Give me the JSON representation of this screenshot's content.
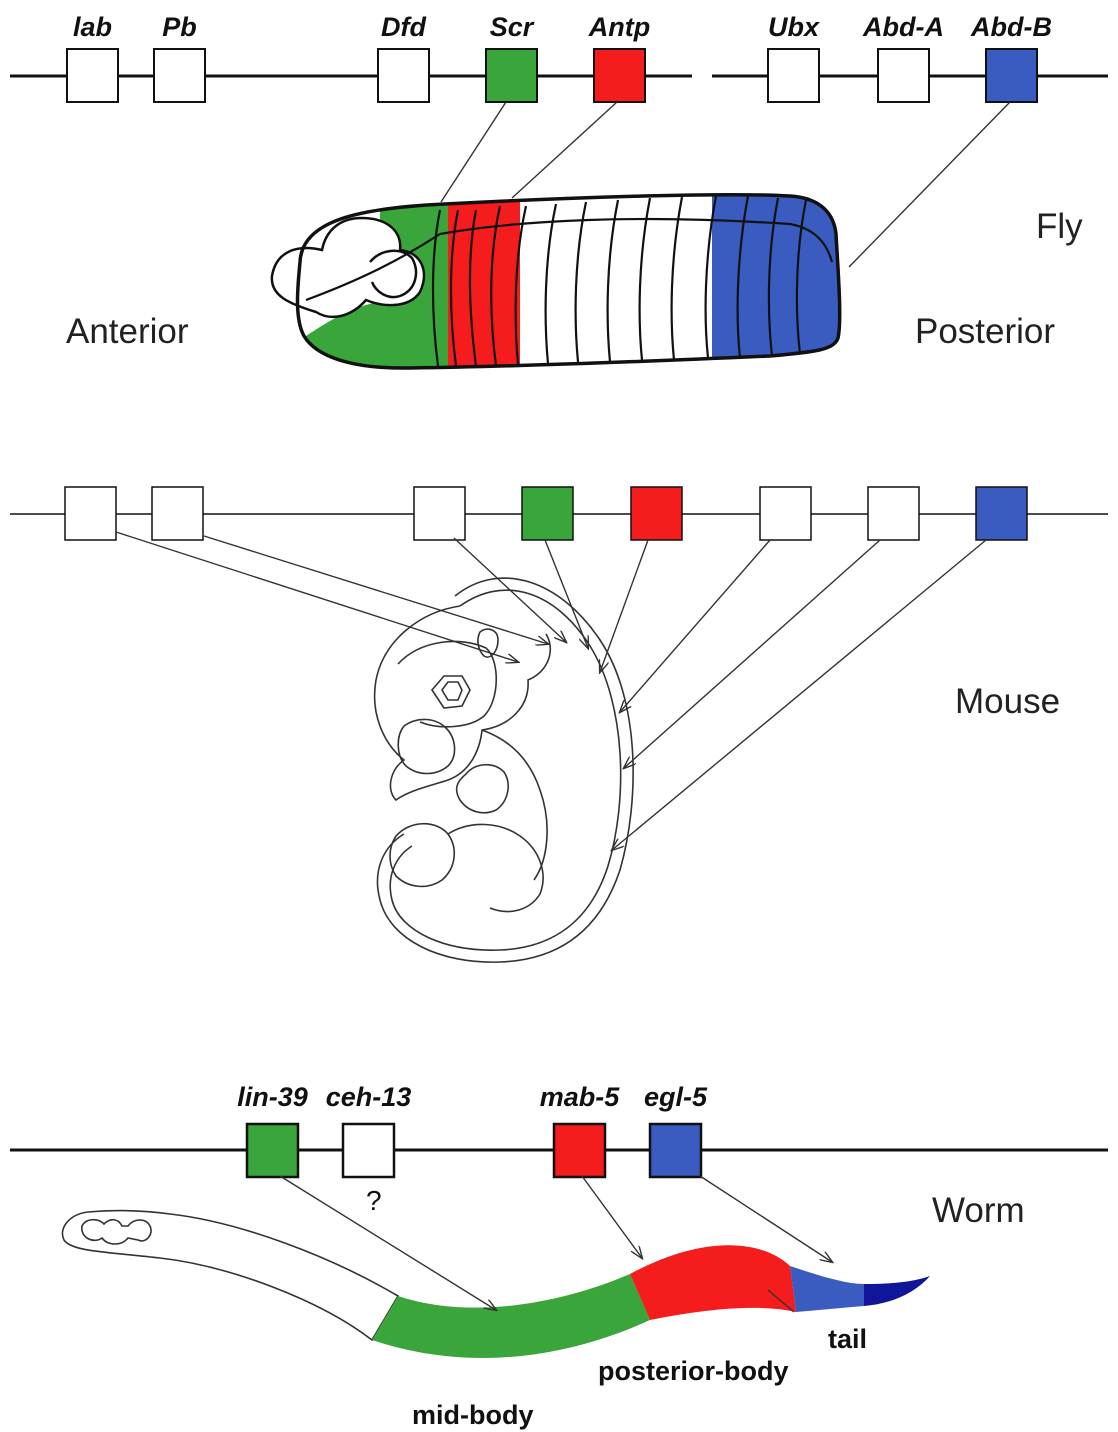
{
  "colors": {
    "green": "#3aa53a",
    "red": "#f41c1c",
    "blue": "#3a5bc0",
    "dark_blue": "#10159a",
    "white": "#ffffff",
    "line": "#111111"
  },
  "fly": {
    "label": "Fly",
    "anterior_label": "Anterior",
    "posterior_label": "Posterior",
    "genes": [
      {
        "name": "lab",
        "color": "white"
      },
      {
        "name": "Pb",
        "color": "white"
      },
      {
        "name": "Dfd",
        "color": "white"
      },
      {
        "name": "Scr",
        "color": "green"
      },
      {
        "name": "Antp",
        "color": "red"
      },
      {
        "name": "Ubx",
        "color": "white"
      },
      {
        "name": "Abd-A",
        "color": "white"
      },
      {
        "name": "Abd-B",
        "color": "blue"
      }
    ]
  },
  "mouse": {
    "label": "Mouse",
    "genes": [
      {
        "color": "white"
      },
      {
        "color": "white"
      },
      {
        "color": "white"
      },
      {
        "color": "green"
      },
      {
        "color": "red"
      },
      {
        "color": "white"
      },
      {
        "color": "white"
      },
      {
        "color": "blue"
      }
    ]
  },
  "worm": {
    "label": "Worm",
    "genes": [
      {
        "name": "lin-39",
        "color": "green"
      },
      {
        "name": "ceh-13",
        "color": "white"
      },
      {
        "name": "mab-5",
        "color": "red"
      },
      {
        "name": "egl-5",
        "color": "blue"
      }
    ],
    "unknown_marker": "?",
    "regions": {
      "mid_body": "mid-body",
      "posterior_body": "posterior-body",
      "tail": "tail"
    }
  }
}
